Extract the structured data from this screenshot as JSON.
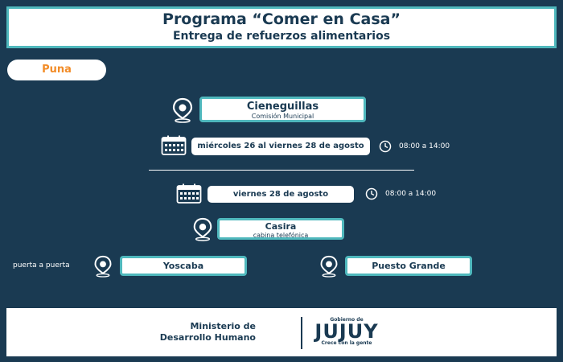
{
  "header": {
    "title": "Programa “Comer en Casa”",
    "subtitle": "Entrega de refuerzos alimentarios"
  },
  "region": "Puna",
  "main_location": {
    "name": "Cieneguillas",
    "subtitle": "Comisión Municipal",
    "date": "miércoles 26 al viernes 28 de agosto",
    "time": "08:00 a 14:00"
  },
  "second_schedule": {
    "date": "viernes 28 de agosto",
    "time": "08:00 a 14:00"
  },
  "second_location": {
    "name": "Casira",
    "subtitle": "cabina telefónica"
  },
  "door_to_door": {
    "label": "puerta a puerta",
    "places": [
      "Yoscaba",
      "Puesto Grande"
    ]
  },
  "footer": {
    "ministry_line1": "Ministerio de",
    "ministry_line2": "Desarrollo Humano",
    "gov_top": "Gobierno de",
    "gov_logo": "JUJUY",
    "gov_tagline": "Crece con la gente"
  },
  "colors": {
    "background": "#1a3a52",
    "accent": "#4fb8bd",
    "region_text": "#f28c28"
  },
  "icons": [
    "location-pin-icon",
    "calendar-icon",
    "clock-icon"
  ]
}
